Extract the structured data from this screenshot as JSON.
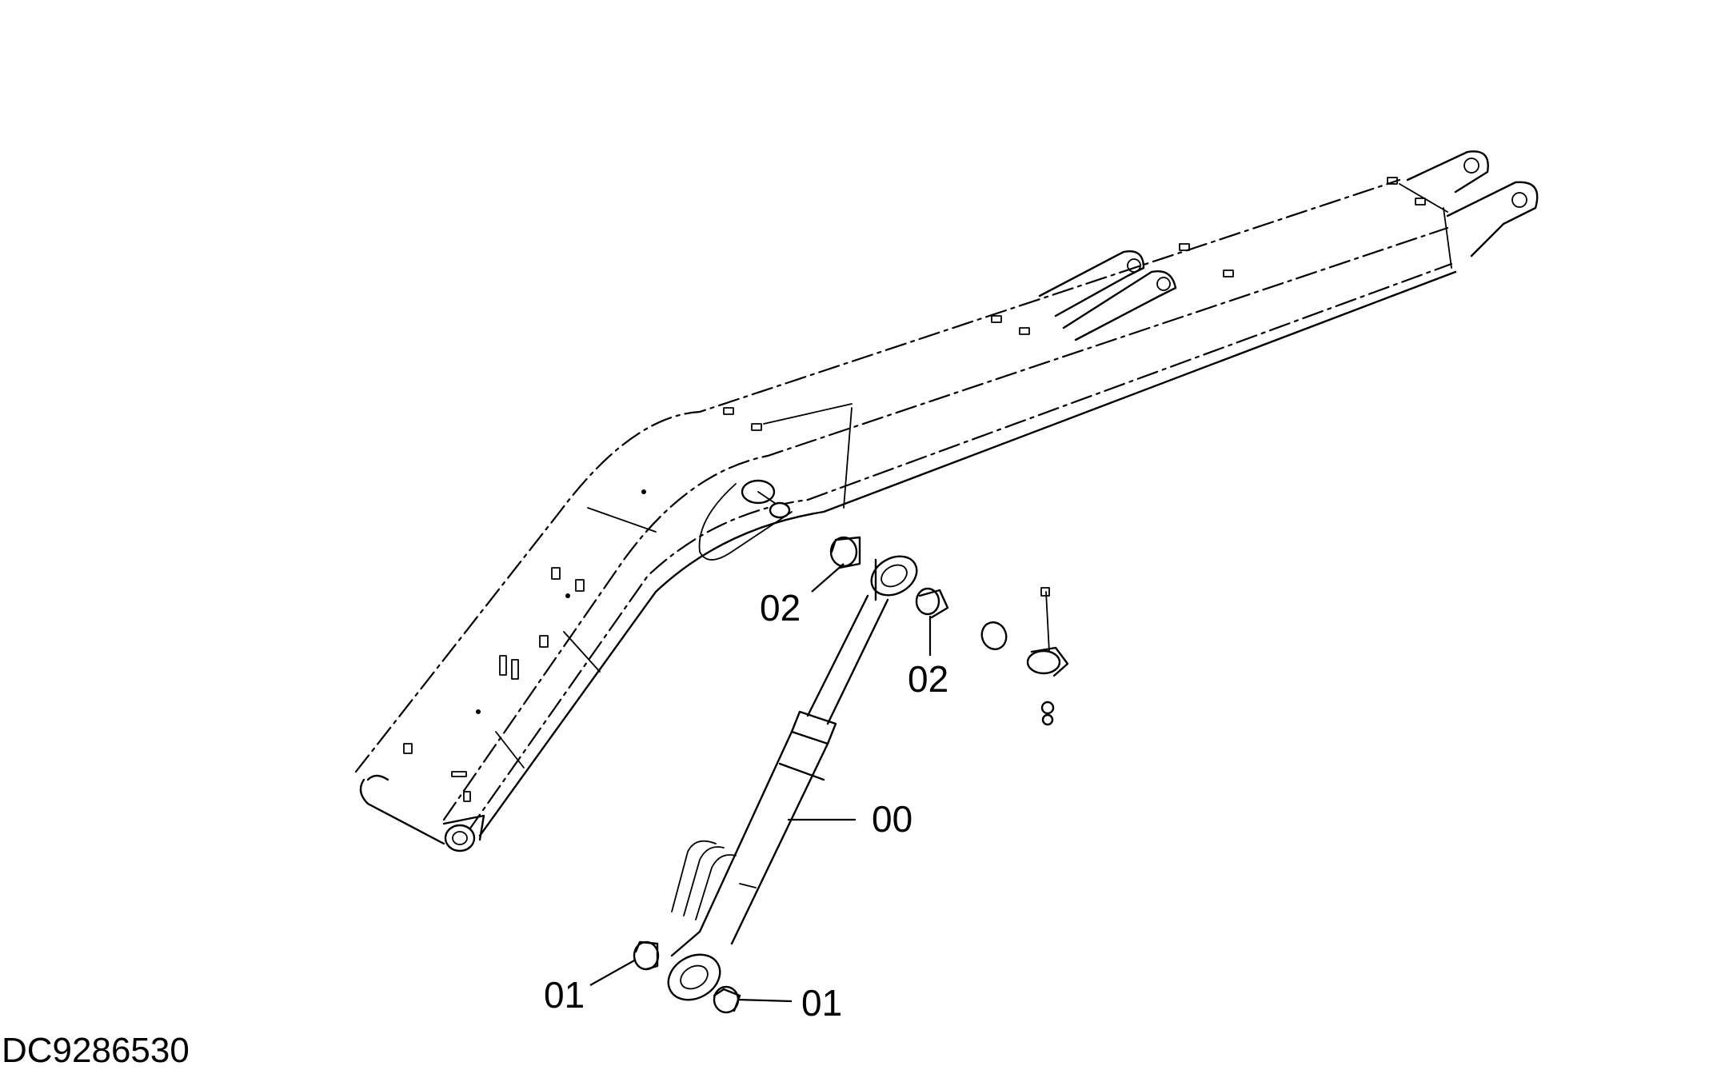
{
  "diagram": {
    "callouts": {
      "cylinder": "00",
      "bushing_lower_left": "01",
      "bushing_lower_right": "01",
      "bushing_upper_left": "02",
      "bushing_upper_right": "02"
    },
    "drawing_id": "DC9286530"
  }
}
